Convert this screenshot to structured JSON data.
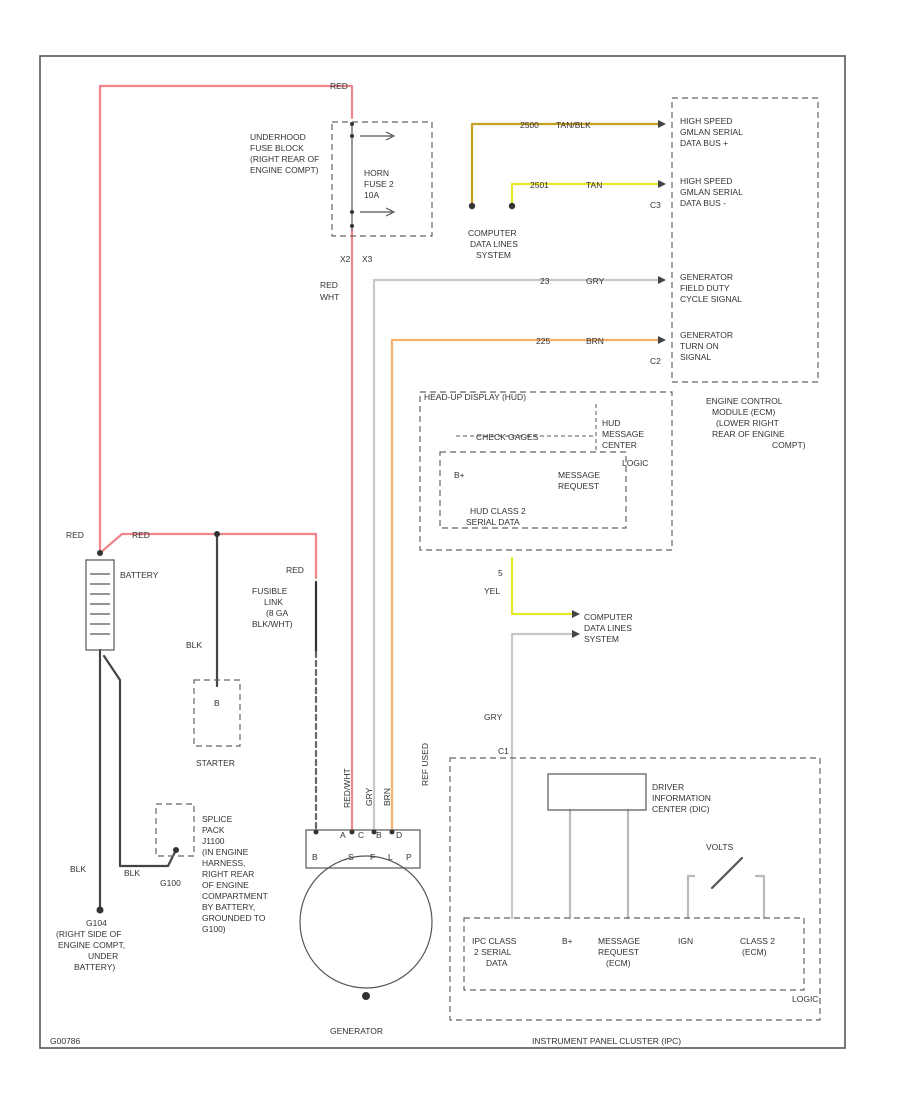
{
  "colors": {
    "red": "#f0868a",
    "black": "#444444",
    "gray": "#c8c8c8",
    "orange": "#f5b070",
    "yellow": "#e8e82a",
    "dark_yellow": "#c8a020",
    "frame": "#555555"
  },
  "wire_labels": {
    "red_top": "RED",
    "red_left": "RED",
    "red_mid": "RED",
    "red_fusible": "RED",
    "red_wht": [
      "RED",
      "WHT"
    ],
    "blk_starter": "BLK",
    "blk_bottom": "BLK",
    "blk_splice": "BLK",
    "circuit_2500": "2500",
    "tan_blk": "TAN/BLK",
    "circuit_2501": "2501",
    "tan": "TAN",
    "circuit_23": "23",
    "gry_top": "GRY",
    "circuit_225": "225",
    "brn": "BRN",
    "yel": "YEL",
    "circuit_5": "5",
    "gry_bottom": "GRY",
    "hud_class2": "HUD CLASS 2",
    "serial_data": "SERIAL DATA",
    "red_wht_vert": "RED/WHT",
    "gry_vert": "GRY",
    "brn_vert": "BRN",
    "ref_label": "REF USED"
  },
  "components": {
    "fuse_block": [
      "UNDERHOOD",
      "FUSE BLOCK",
      "(RIGHT REAR OF",
      "ENGINE COMPT)"
    ],
    "horn_fuse": [
      "HORN",
      "FUSE 2",
      "10A"
    ],
    "fuse_pins": [
      "X2",
      "X3"
    ],
    "computer_data_lines_top": [
      "COMPUTER",
      "DATA LINES",
      "SYSTEM"
    ],
    "hs_bus_plus": [
      "HIGH SPEED",
      "GMLAN SERIAL",
      "DATA BUS +"
    ],
    "hs_bus_minus": [
      "HIGH SPEED",
      "GMLAN SERIAL",
      "DATA BUS -"
    ],
    "ecm_c3": "C3",
    "ecm_c2": "C2",
    "gen_field": [
      "GENERATOR",
      "FIELD DUTY",
      "CYCLE SIGNAL"
    ],
    "gen_turnon": [
      "GENERATOR",
      "TURN ON",
      "SIGNAL"
    ],
    "ecm": [
      "ENGINE CONTROL",
      "MODULE (ECM)",
      "(LOWER RIGHT",
      "REAR OF ENGINE",
      "COMPT)"
    ],
    "hud_title": "HEAD-UP DISPLAY (HUD)",
    "hud_checkgages": "CHECK GAGES",
    "hud_message_center": [
      "HUD",
      "MESSAGE",
      "CENTER"
    ],
    "hud_logic": "LOGIC",
    "hud_bplus": "B+",
    "hud_message_request": [
      "MESSAGE",
      "REQUEST"
    ],
    "hud_serial": [
      "HUD CLASS 2",
      "SERIAL DATA"
    ],
    "computer_data_lines_bottom": [
      "COMPUTER",
      "DATA LINES",
      "SYSTEM"
    ],
    "battery": "BATTERY",
    "fusible_link": [
      "FUSIBLE",
      "LINK",
      "(8 GA",
      "BLK/WHT)"
    ],
    "starter_pin": "B",
    "starter": "STARTER",
    "splice": [
      "SPLICE",
      "PACK",
      "J1100",
      "(IN ENGINE",
      "HARNESS,",
      "RIGHT REAR",
      "OF ENGINE",
      "COMPARTMENT",
      "BY BATTERY,",
      "GROUNDED TO",
      "G100)"
    ],
    "ground_g100_label": "G100",
    "ground": [
      "G104",
      "(RIGHT SIDE OF",
      "ENGINE COMPT,",
      "UNDER",
      "BATTERY)"
    ],
    "gen_pins": [
      "B",
      "S",
      "F",
      "L",
      "P"
    ],
    "gen_connector_pins": [
      "A",
      "C",
      "B",
      "D"
    ],
    "generator": "GENERATOR",
    "ipc_connector": "C1",
    "dic": [
      "DRIVER",
      "INFORMATION",
      "CENTER (DIC)"
    ],
    "volts": "VOLTS",
    "ipc_class2": [
      "IPC CLASS",
      "2 SERIAL",
      "DATA"
    ],
    "ipc_bplus": "B+",
    "ipc_msg": [
      "MESSAGE",
      "REQUEST",
      "(ECM)"
    ],
    "ipc_ign": "IGN",
    "ipc_class2_ecm": [
      "CLASS 2",
      "(ECM)"
    ],
    "ipc_logic": "LOGIC",
    "ipc": "INSTRUMENT PANEL CLUSTER (IPC)",
    "figure_id": "G00786"
  }
}
